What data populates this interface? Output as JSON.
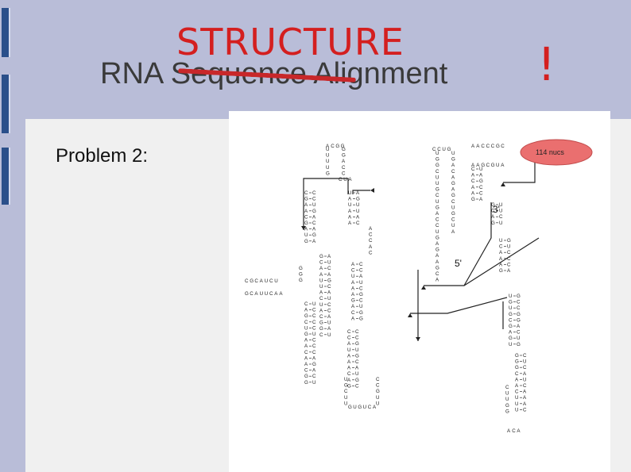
{
  "slide": {
    "structure_word": "STRUCTURE",
    "title": "RNA Sequence Alignment",
    "exclamation": "!",
    "problem_label": "Problem 2:"
  },
  "diagram": {
    "callout_label": "114 nucs",
    "end_label_3prime": "3'",
    "end_label_5prime": "5'",
    "callout_color": "#ea6f6f"
  },
  "colors": {
    "background": "#b9bdd8",
    "accent_red": "#d41f1f",
    "left_bar_blue": "#2a4f8a"
  }
}
